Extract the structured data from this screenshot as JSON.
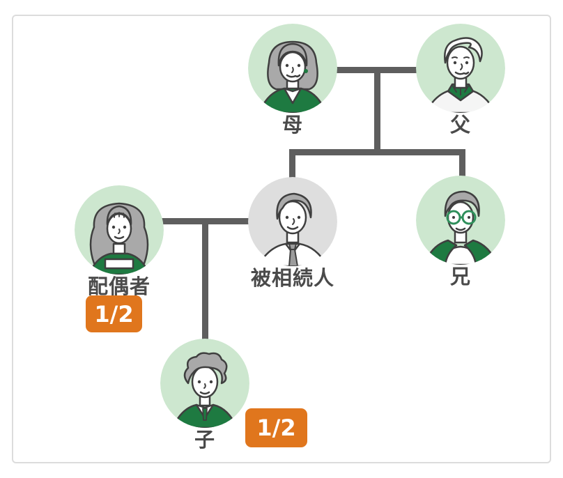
{
  "diagram": {
    "type": "family-inheritance-tree",
    "people": {
      "mother": {
        "label": "母"
      },
      "father": {
        "label": "父"
      },
      "spouse": {
        "label": "配偶者",
        "share": "1/2"
      },
      "deceased": {
        "label": "被相続人"
      },
      "brother": {
        "label": "兄"
      },
      "child": {
        "label": "子",
        "share": "1/2"
      }
    },
    "colors": {
      "badge_orange": "#E0761D",
      "connector_gray": "#5E5E5E",
      "avatar_bg_green": "#CDE7CF",
      "avatar_bg_gray": "#DEDEDE",
      "clothing_green": "#1E7A41",
      "label_text": "#4A4A4A",
      "card_border": "#DCDCDC"
    }
  }
}
